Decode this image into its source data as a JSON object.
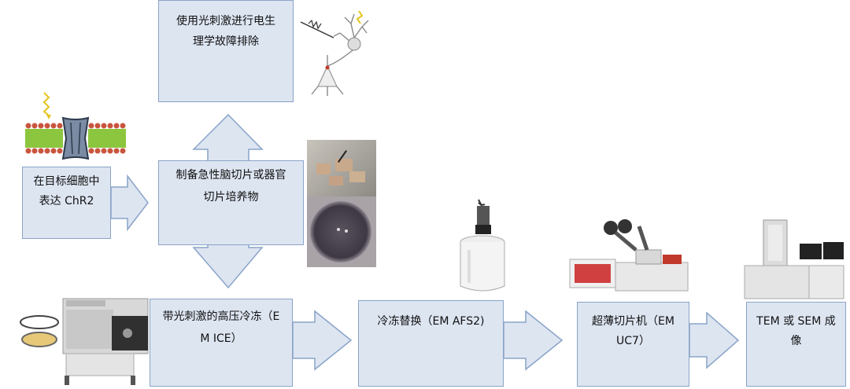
{
  "steps": {
    "express": {
      "line1": "在目标细胞中",
      "line2": "表达 ChR2"
    },
    "troubleshoot": {
      "line1": "使用光刺激进行电生",
      "line2": "理学故障排除"
    },
    "prepare": {
      "line1": "制备急性脑切片或器官",
      "line2": "切片培养物"
    },
    "freeze": {
      "line1": "带光刺激的高压冷冻（E",
      "line2": "M ICE）"
    },
    "substitute": {
      "line1": "冷冻替换（EM AFS2)"
    },
    "ultramicrotome": {
      "line1": "超薄切片机（EM",
      "line2": "UC7）"
    },
    "microscopy": {
      "line1": "TEM 或 SEM 成",
      "line2": "像"
    }
  },
  "colors": {
    "box_fill": "#dde5f1",
    "box_border": "#8aa4c8",
    "arrow_fill": "#dde5f1",
    "arrow_stroke": "#8aa4c8"
  },
  "icons": [
    "channelrhodopsin-membrane-icon",
    "neuron-electrode-icon",
    "slice-tissue-photo",
    "culture-dish-photo",
    "high-pressure-freezer-icon",
    "freeze-substitution-unit-icon",
    "ultramicrotome-icon",
    "electron-microscope-icon"
  ]
}
